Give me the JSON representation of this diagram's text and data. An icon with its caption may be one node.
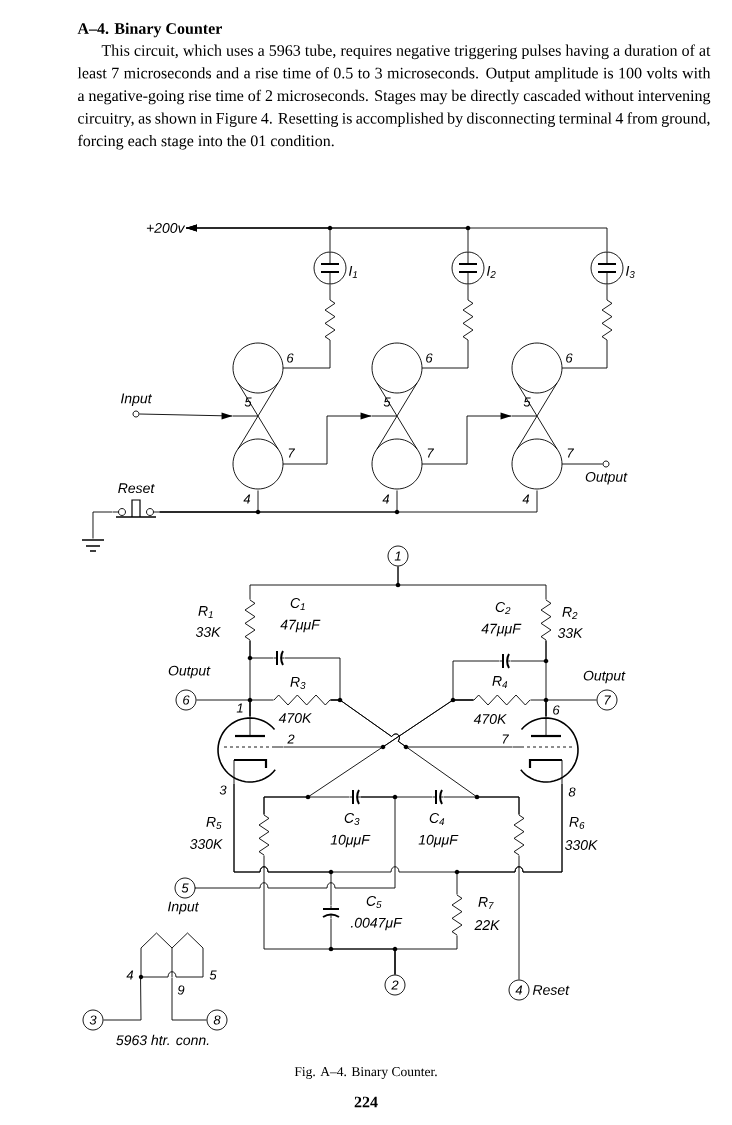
{
  "diagram": {
    "title": "A–4. Binary Counter",
    "caption": "Fig. A–4. Binary Counter.",
    "nodes": [
      {
        "text": [
          "+200v"
        ]
      },
      {
        "text": [],
        "shape": "circle",
        "beside": [
          "I$_{1}$"
        ]
      },
      {
        "text": [],
        "shape": "circle",
        "beside": [
          "I$_{2}$"
        ]
      },
      {
        "text": [],
        "shape": "circle",
        "beside": [
          "I$_{3}$"
        ]
      },
      {
        "text": [
          "Input"
        ]
      },
      {
        "text": [
          "6",
          "5",
          "7",
          "4"
        ]
      },
      {
        "text": [
          "6",
          "5",
          "7",
          "4"
        ]
      },
      {
        "text": [
          "6",
          "5",
          "7",
          "4"
        ]
      },
      {
        "text": [
          "Output"
        ]
      },
      {
        "text": [
          "Reset"
        ]
      },
      {
        "text": [],
        "shape": "picture"
      },
      {
        "text": [
          "1"
        ]
      },
      {
        "text": [],
        "shape": "resistor",
        "beside": [
          "R$_{1}$",
          "33K"
        ]
      },
      {
        "text": [],
        "shape": "capacitor",
        "beside": [
          "C$_{1}$",
          "47μμF"
        ]
      },
      {
        "text": [],
        "shape": "capacitor",
        "beside": [
          "C$_{2}$",
          "47μμF"
        ]
      },
      {
        "text": [],
        "shape": "resistor",
        "beside": [
          "R$_{2}$",
          "33K"
        ]
      },
      {
        "text": [
          "6"
        ],
        "beside": [
          "Output"
        ]
      },
      {
        "text": [],
        "shape": "resistor",
        "beside": [
          "R$_{3}$",
          "470K"
        ]
      },
      {
        "text": [],
        "shape": "resistor",
        "beside": [
          "R$_{4}$",
          "470K"
        ]
      },
      {
        "text": [
          "7"
        ],
        "beside": [
          "Output"
        ]
      },
      {
        "text": [],
        "shape": "tube",
        "beside": [
          "1",
          "2",
          "3"
        ]
      },
      {
        "text": [],
        "shape": "tube",
        "beside": [
          "6",
          "7",
          "8"
        ]
      },
      {
        "text": [],
        "shape": "capacitor",
        "beside": [
          "C$_{3}$",
          "10μμF"
        ]
      },
      {
        "text": [],
        "shape": "capacitor",
        "beside": [
          "C$_{4}$",
          "10μμF"
        ]
      },
      {
        "text": [],
        "shape": "resistor",
        "beside": [
          "R$_{5}$",
          "330K"
        ]
      },
      {
        "text": [],
        "shape": "resistor",
        "beside": [
          "R$_{6}$",
          "330K"
        ]
      },
      {
        "text": [
          "5"
        ],
        "beside": [
          "Input"
        ]
      },
      {
        "text": [],
        "shape": "capacitor",
        "beside": [
          "C$_{5}$",
          ".0047μF"
        ]
      },
      {
        "text": [],
        "shape": "resistor",
        "beside": [
          "R$_{7}$",
          "22K"
        ]
      },
      {
        "text": [
          "2"
        ]
      },
      {
        "text": [
          "4"
        ],
        "beside": [
          "Reset"
        ]
      },
      {
        "text": [],
        "shape": "picture",
        "beside": [
          "4",
          "9",
          "5"
        ]
      },
      {
        "text": [
          "3"
        ]
      },
      {
        "text": [
          "8"
        ]
      }
    ],
    "edges": [
      {
        "from": 1,
        "to": 0,
        "arrow": "to"
      },
      {
        "from": 2,
        "to": 0,
        "arrow": "to"
      },
      {
        "from": 3,
        "to": 0,
        "arrow": "to"
      },
      {
        "from": 1,
        "to": 5,
        "arrow": "none"
      },
      {
        "from": 2,
        "to": 6,
        "arrow": "none"
      },
      {
        "from": 3,
        "to": 7,
        "arrow": "none"
      },
      {
        "from": 4,
        "to": 5,
        "arrow": "to"
      },
      {
        "from": 5,
        "to": 6,
        "arrow": "to"
      },
      {
        "from": 6,
        "to": 7,
        "arrow": "to"
      },
      {
        "from": 7,
        "to": 8,
        "arrow": "none"
      },
      {
        "from": 5,
        "to": 9,
        "arrow": "none"
      },
      {
        "from": 6,
        "to": 9,
        "arrow": "none"
      },
      {
        "from": 7,
        "to": 9,
        "arrow": "none"
      },
      {
        "from": 9,
        "to": 10,
        "arrow": "none"
      },
      {
        "from": 11,
        "to": 12,
        "arrow": "none"
      },
      {
        "from": 11,
        "to": 15,
        "arrow": "none"
      },
      {
        "from": 12,
        "to": 20,
        "arrow": "none"
      },
      {
        "from": 12,
        "to": 13,
        "arrow": "none"
      },
      {
        "from": 20,
        "to": 16,
        "arrow": "none"
      },
      {
        "from": 20,
        "to": 17,
        "arrow": "none"
      },
      {
        "from": 13,
        "to": 17,
        "arrow": "none"
      },
      {
        "from": 17,
        "to": 25,
        "arrow": "none"
      },
      {
        "from": 23,
        "to": 25,
        "arrow": "none"
      },
      {
        "from": 21,
        "to": 17,
        "arrow": "none"
      },
      {
        "from": 15,
        "to": 21,
        "arrow": "none"
      },
      {
        "from": 15,
        "to": 14,
        "arrow": "none"
      },
      {
        "from": 21,
        "to": 19,
        "arrow": "none"
      },
      {
        "from": 21,
        "to": 18,
        "arrow": "none"
      },
      {
        "from": 14,
        "to": 18,
        "arrow": "none"
      },
      {
        "from": 18,
        "to": 24,
        "arrow": "none"
      },
      {
        "from": 22,
        "to": 24,
        "arrow": "none"
      },
      {
        "from": 20,
        "to": 18,
        "arrow": "none"
      },
      {
        "from": 22,
        "to": 23,
        "arrow": "none"
      },
      {
        "from": 22,
        "to": 26,
        "arrow": "none"
      },
      {
        "from": 20,
        "to": 21,
        "arrow": "none"
      },
      {
        "from": 20,
        "to": 27,
        "arrow": "none"
      },
      {
        "from": 21,
        "to": 28,
        "arrow": "none"
      },
      {
        "from": 24,
        "to": 29,
        "arrow": "none"
      },
      {
        "from": 27,
        "to": 29,
        "arrow": "none"
      },
      {
        "from": 28,
        "to": 29,
        "arrow": "none"
      },
      {
        "from": 25,
        "to": 30,
        "arrow": "none"
      },
      {
        "from": 32,
        "to": 31,
        "arrow": "none"
      },
      {
        "from": 33,
        "to": 31,
        "arrow": "none"
      }
    ],
    "labels": [
      "This circuit, which uses a 5963 tube, requires negative triggering pulses having a duration of at least 7 microseconds and a rise time of 0.5 to 3 microseconds. Output amplitude is 100 volts with a negative-going rise time of 2 microseconds. Stages may be directly cascaded without intervening circuitry, as shown in Figure 4. Resetting is accomplished by disconnecting terminal 4 from ground, forcing each stage into the 01 condition.",
      "5963 htr. conn.",
      "224"
    ]
  }
}
